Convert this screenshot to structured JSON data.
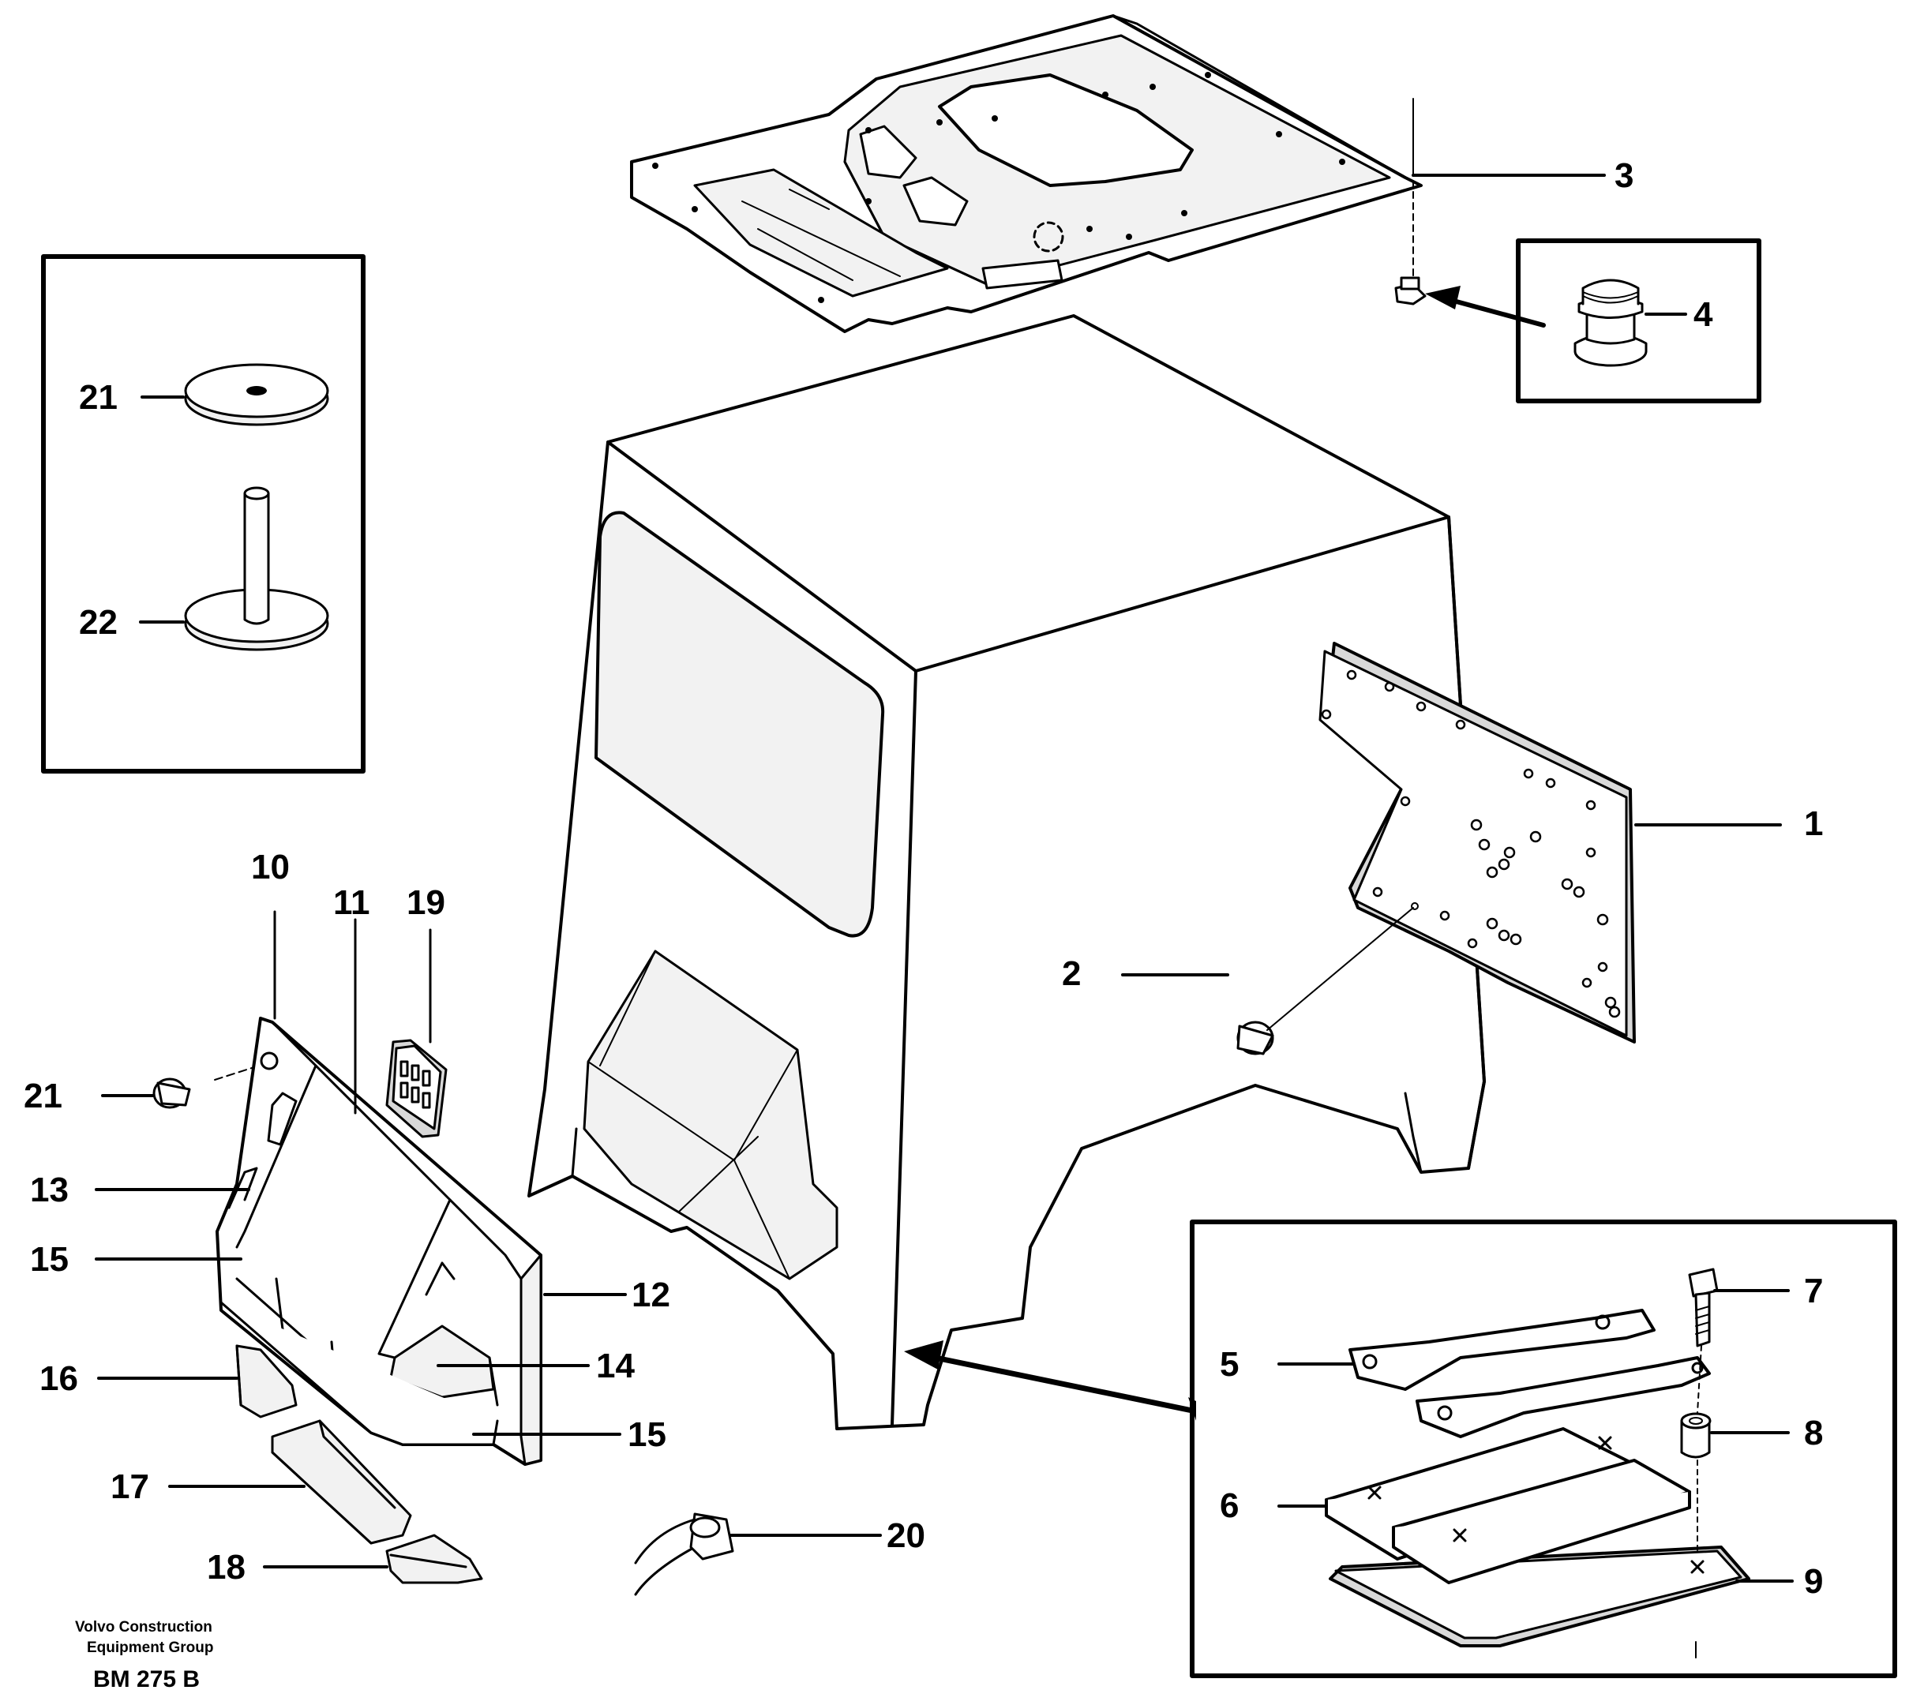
{
  "callouts": {
    "c1": "1",
    "c2": "2",
    "c3": "3",
    "c4": "4",
    "c5": "5",
    "c6": "6",
    "c7": "7",
    "c8": "8",
    "c9": "9",
    "c10": "10",
    "c11": "11",
    "c12": "12",
    "c13": "13",
    "c14": "14",
    "c15a": "15",
    "c15b": "15",
    "c16": "16",
    "c17": "17",
    "c18": "18",
    "c19": "19",
    "c20": "20",
    "c21a": "21",
    "c21b": "21",
    "c22": "22"
  },
  "footer": {
    "company_line1": "Volvo Construction",
    "company_line2": "Equipment Group",
    "drawing_code": "BM 275 B"
  }
}
